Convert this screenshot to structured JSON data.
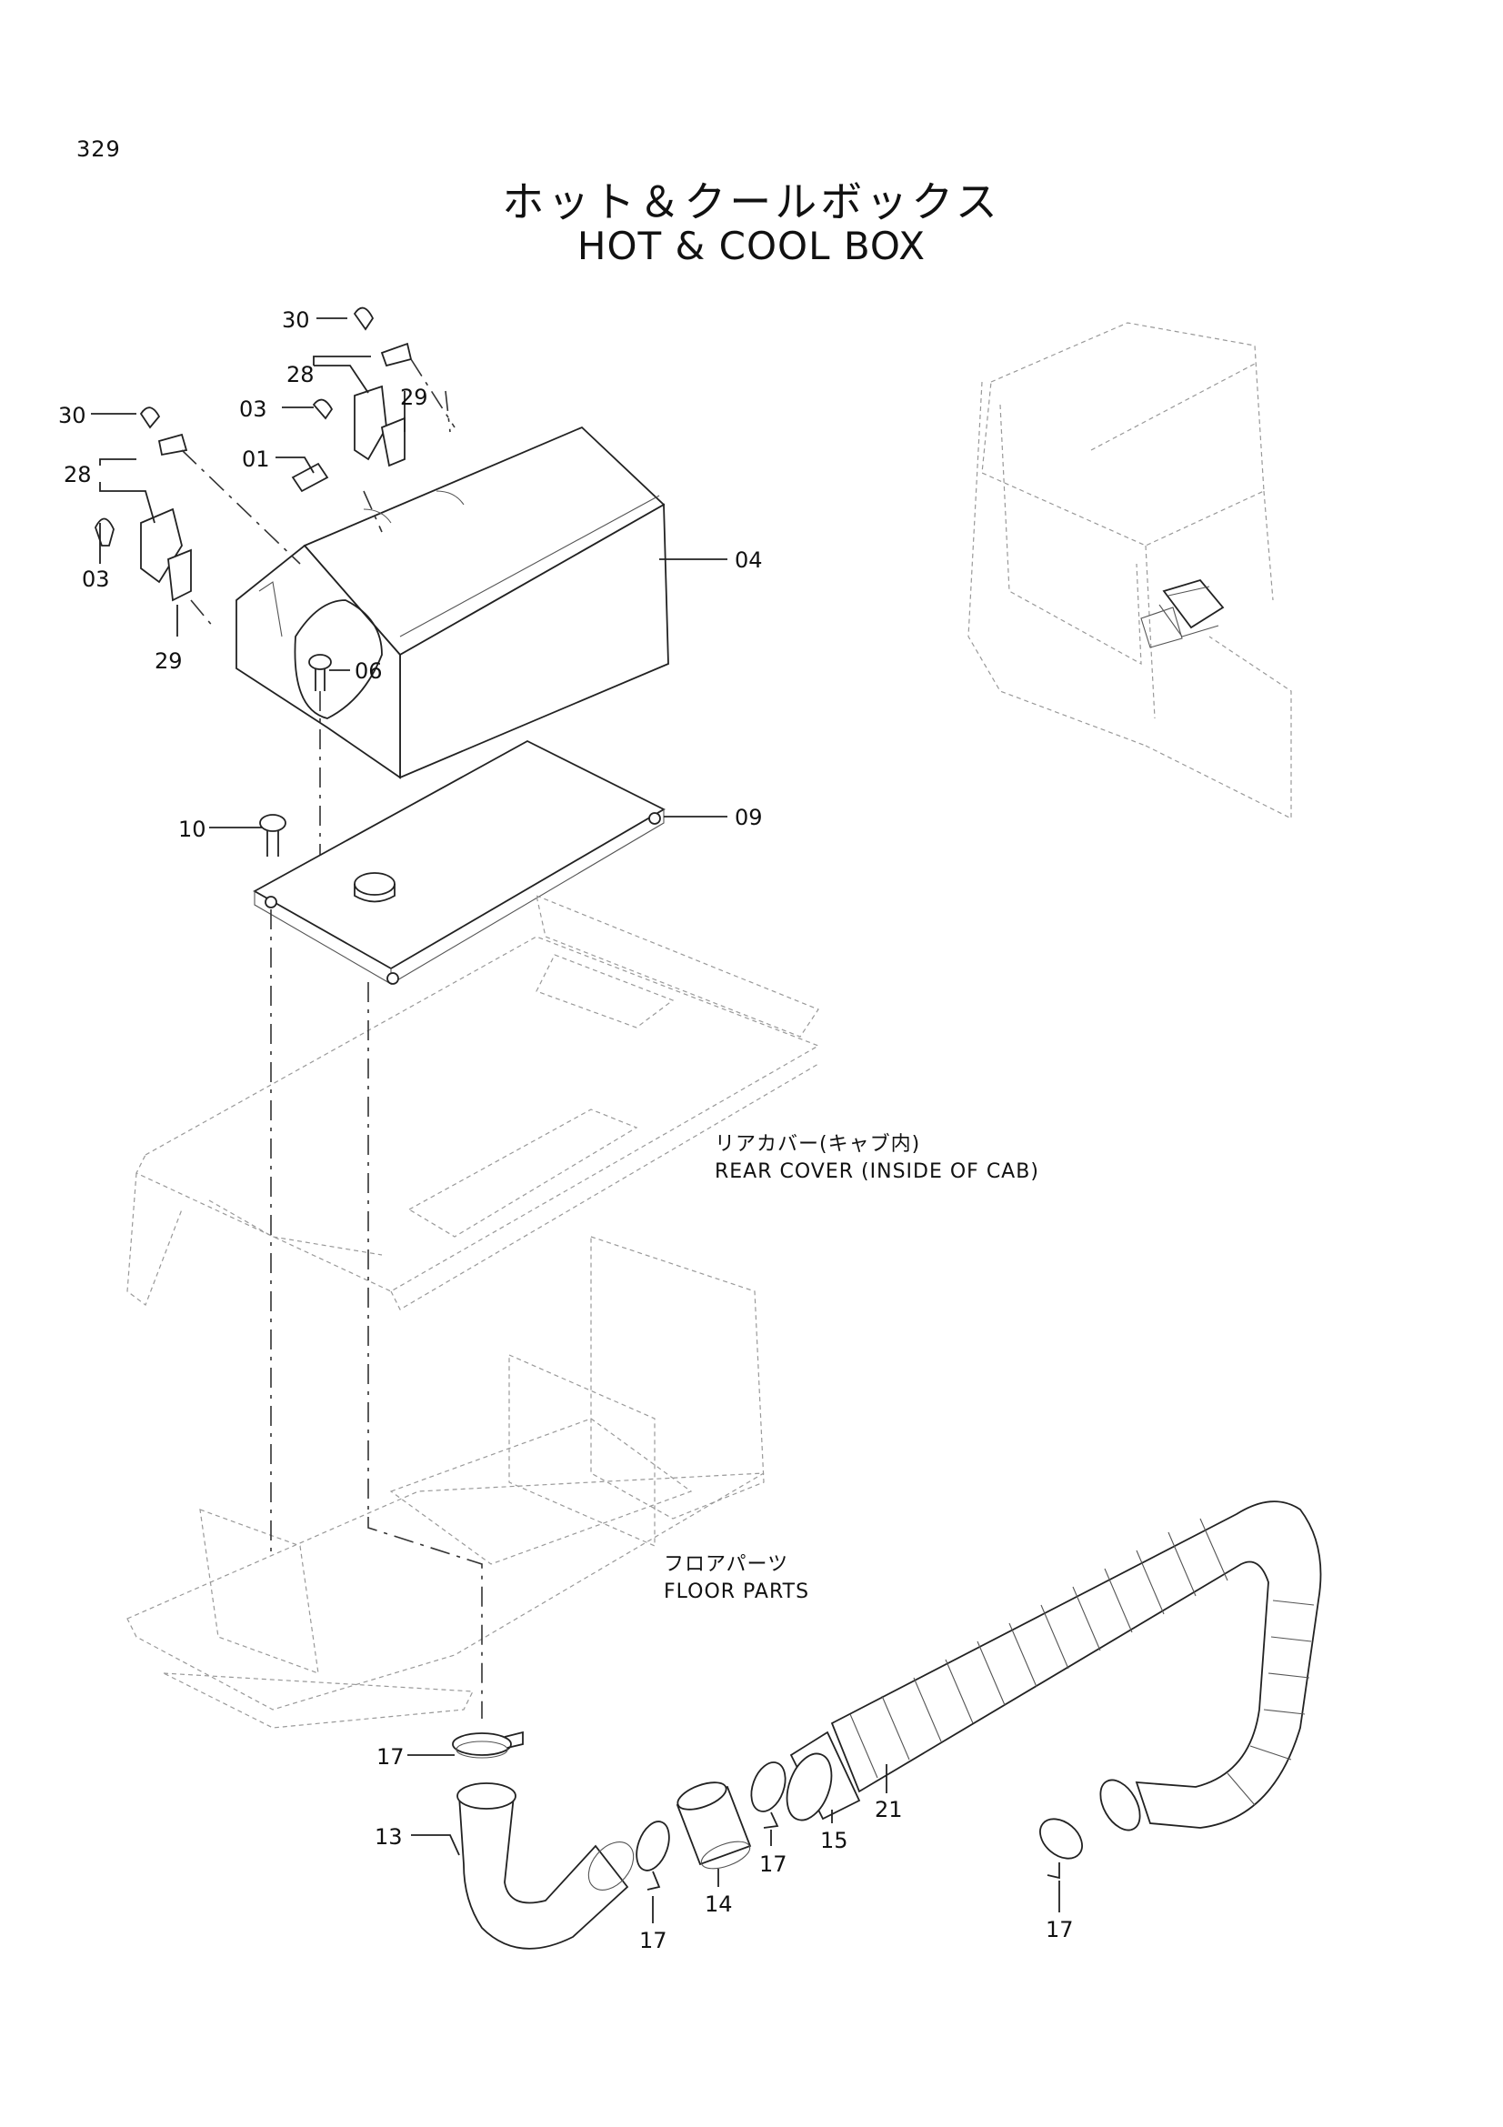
{
  "page_number": "329",
  "title_jp": "ホット＆クールボックス",
  "title_en": "HOT & COOL BOX",
  "notes": {
    "rear_cover_jp": "リアカバー(キャブ内)",
    "rear_cover_en": "REAR COVER (INSIDE OF CAB)",
    "floor_parts_jp": "フロアパーツ",
    "floor_parts_en": "FLOOR PARTS"
  },
  "part_labels": [
    {
      "id": "l30a",
      "text": "30"
    },
    {
      "id": "l28a",
      "text": "28"
    },
    {
      "id": "l29a",
      "text": "29"
    },
    {
      "id": "l03a",
      "text": "03"
    },
    {
      "id": "l01",
      "text": "01"
    },
    {
      "id": "l30b",
      "text": "30"
    },
    {
      "id": "l28b",
      "text": "28"
    },
    {
      "id": "l03b",
      "text": "03"
    },
    {
      "id": "l29b",
      "text": "29"
    },
    {
      "id": "l04",
      "text": "04"
    },
    {
      "id": "l06",
      "text": "06"
    },
    {
      "id": "l10",
      "text": "10"
    },
    {
      "id": "l09",
      "text": "09"
    },
    {
      "id": "l17a",
      "text": "17"
    },
    {
      "id": "l13",
      "text": "13"
    },
    {
      "id": "l17b",
      "text": "17"
    },
    {
      "id": "l14",
      "text": "14"
    },
    {
      "id": "l17c",
      "text": "17"
    },
    {
      "id": "l15",
      "text": "15"
    },
    {
      "id": "l21",
      "text": "21"
    },
    {
      "id": "l17d",
      "text": "17"
    }
  ]
}
